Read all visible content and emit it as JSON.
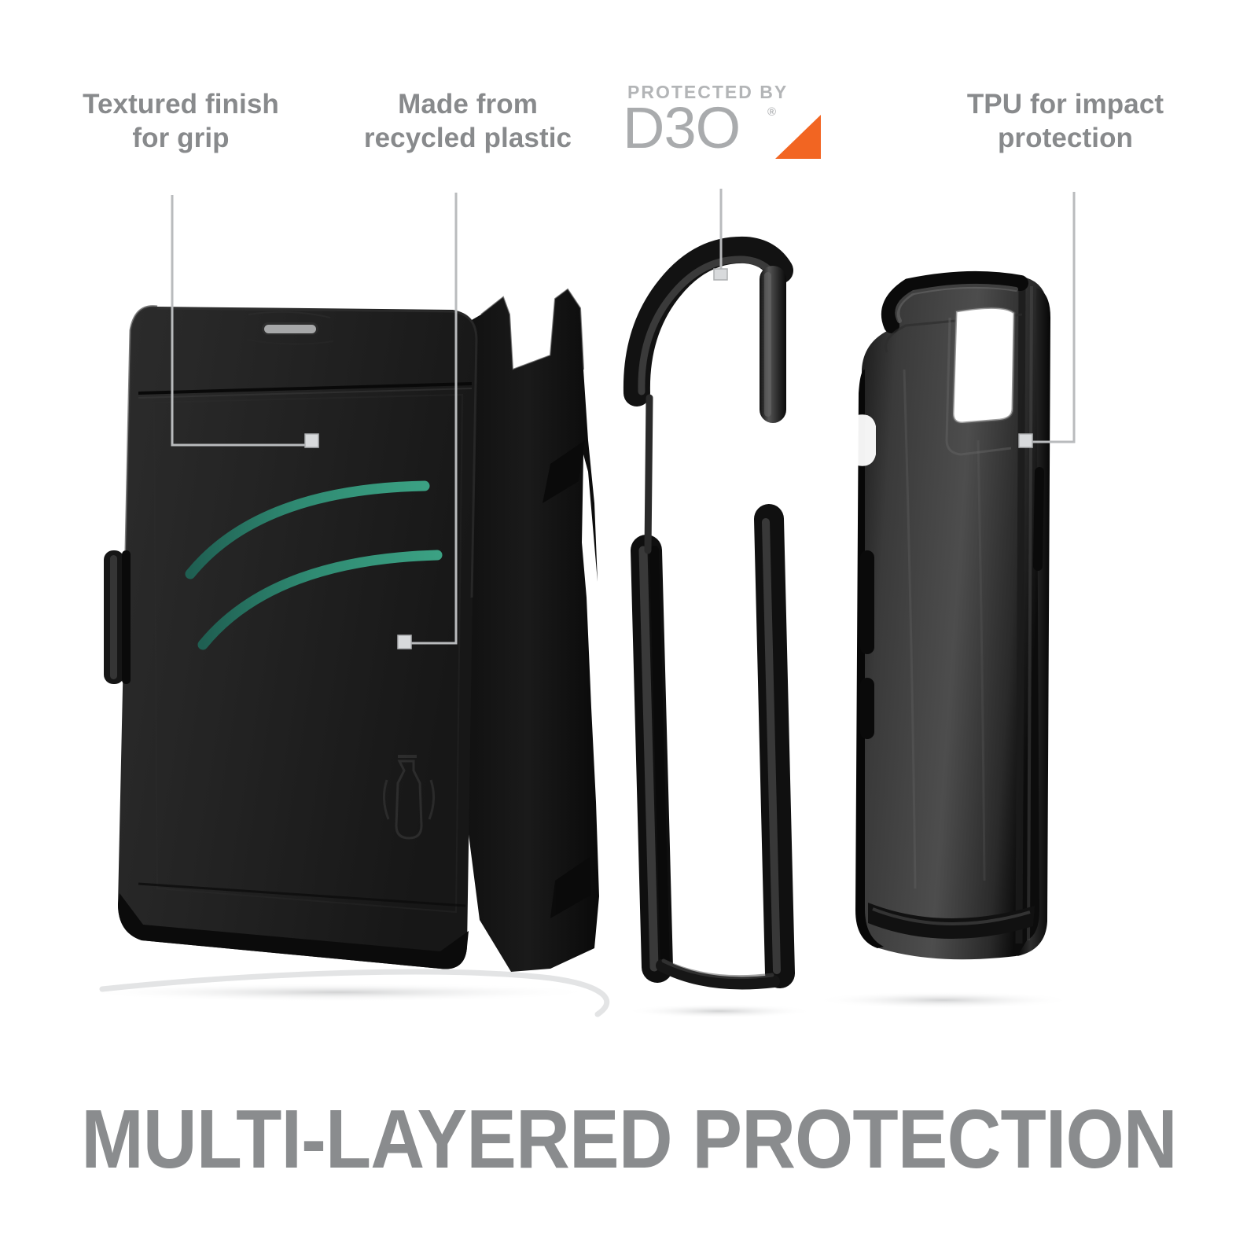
{
  "page": {
    "background_color": "#ffffff",
    "headline": "MULTI-LAYERED PROTECTION",
    "headline_color": "#8a8c8e",
    "label_color": "#888a8c"
  },
  "callouts": [
    {
      "id": "textured-finish",
      "text": "Textured finish\nfor grip",
      "target": "folio-cover-front"
    },
    {
      "id": "recycled-plastic",
      "text": "Made from\nrecycled plastic",
      "target": "folio-cover-body"
    },
    {
      "id": "d3o",
      "text": "PROTECTED BY D3O",
      "target": "d3o-bumper-frame"
    },
    {
      "id": "tpu-impact",
      "text": "TPU for impact\nprotection",
      "target": "tpu-shell-edge"
    }
  ],
  "d3o_badge": {
    "top_line": "PROTECTED BY",
    "wordmark": "D3O",
    "registered_mark": "®",
    "wordmark_color": "#a9abad",
    "top_line_color": "#b3b5b7",
    "accent_color": "#f26522",
    "accent_shape": "triangle"
  },
  "components": [
    {
      "id": "folio-cover",
      "name": "Folio wallet cover",
      "color": "#1d1d1d",
      "accent_color": "#2f8a72",
      "details": [
        "earpiece-cutout",
        "card-slot",
        "two-teal-swooshes",
        "recycled-bottle-emboss",
        "side-hinge-tab"
      ]
    },
    {
      "id": "d3o-bumper-frame",
      "name": "D3O bumper frame",
      "color": "#141414",
      "details": [
        "left-rail",
        "right-rail",
        "bottom-bridge",
        "top-curved-arm"
      ]
    },
    {
      "id": "tpu-shell",
      "name": "TPU impact shell",
      "color": "#2a2a2a",
      "details": [
        "camera-cutout",
        "button-cutouts",
        "glossy-edge"
      ]
    }
  ],
  "colors": {
    "leader_line": "#b9bbbd",
    "marker_fill": "#d8dadc",
    "shadow": "#e8e9ea",
    "case_black": "#1d1d1d",
    "case_grey": "#3b3b3b",
    "teal": "#2f8a72"
  }
}
